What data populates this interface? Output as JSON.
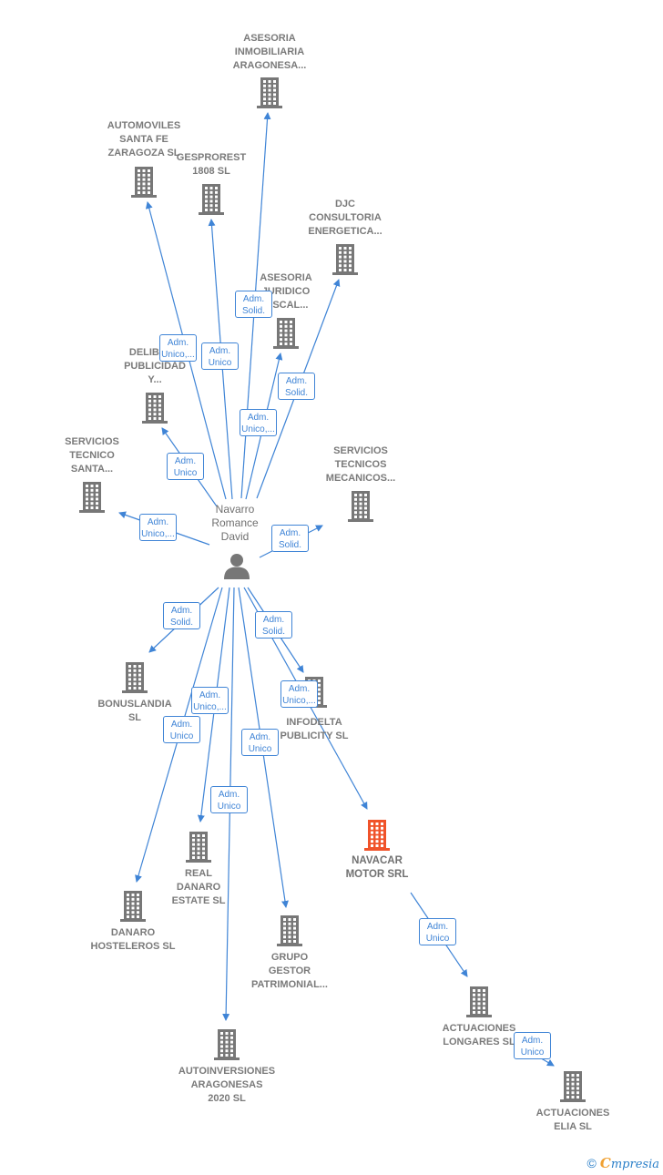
{
  "person": {
    "name_lines": [
      "Navarro",
      "Romance",
      "David"
    ],
    "icon": "person-icon",
    "color": "#777777"
  },
  "colors": {
    "edge": "#3f84d6",
    "company": "#777777",
    "focus_company": "#f0532a"
  },
  "companies": [
    {
      "id": "asesoria-inmobiliaria",
      "lines": [
        "ASESORIA",
        "INMOBILIARIA",
        "ARAGONESA..."
      ],
      "icon": "building-icon"
    },
    {
      "id": "automoviles-santa-fe",
      "lines": [
        "AUTOMOVILES",
        "SANTA FE",
        "ZARAGOZA  SL"
      ],
      "icon": "building-icon"
    },
    {
      "id": "gesprorest",
      "lines": [
        "GESPROREST",
        "1808  SL"
      ],
      "icon": "building-icon"
    },
    {
      "id": "djc-consultoria",
      "lines": [
        "DJC",
        "CONSULTORIA",
        "ENERGETICA..."
      ],
      "icon": "building-icon"
    },
    {
      "id": "asesoria-juridico",
      "lines": [
        "ASESORIA",
        "JURIDICO",
        "FISCAL..."
      ],
      "icon": "building-icon"
    },
    {
      "id": "delibera-publicidad",
      "lines": [
        "DELIBERA",
        "PUBLICIDAD",
        "Y..."
      ],
      "icon": "building-icon"
    },
    {
      "id": "servicios-tecnico-santa",
      "lines": [
        "SERVICIOS",
        "TECNICO",
        "SANTA..."
      ],
      "icon": "building-icon"
    },
    {
      "id": "servicios-tecnicos-mecanicos",
      "lines": [
        "SERVICIOS",
        "TECNICOS",
        "MECANICOS..."
      ],
      "icon": "building-icon"
    },
    {
      "id": "bonuslandia",
      "lines": [
        "BONUSLANDIA",
        "SL"
      ],
      "icon": "building-icon"
    },
    {
      "id": "infodelta",
      "lines": [
        "INFODELTA",
        "PUBLICITY  SL"
      ],
      "icon": "building-icon"
    },
    {
      "id": "navacar",
      "lines": [
        "NAVACAR",
        "MOTOR SRL"
      ],
      "icon": "building-icon",
      "focus": true
    },
    {
      "id": "real-danaro",
      "lines": [
        "REAL",
        "DANARO",
        "ESTATE  SL"
      ],
      "icon": "building-icon"
    },
    {
      "id": "danaro-hosteleros",
      "lines": [
        "DANARO",
        "HOSTELEROS SL"
      ],
      "icon": "building-icon"
    },
    {
      "id": "grupo-gestor",
      "lines": [
        "GRUPO",
        "GESTOR",
        "PATRIMONIAL..."
      ],
      "icon": "building-icon"
    },
    {
      "id": "autoinversiones",
      "lines": [
        "AUTOINVERSIONES",
        "ARAGONESAS",
        "2020  SL"
      ],
      "icon": "building-icon"
    },
    {
      "id": "actuaciones-longares",
      "lines": [
        "ACTUACIONES",
        "LONGARES  SL"
      ],
      "icon": "building-icon"
    },
    {
      "id": "actuaciones-elia",
      "lines": [
        "ACTUACIONES",
        "ELIA  SL"
      ],
      "icon": "building-icon"
    }
  ],
  "relations": [
    {
      "from": "person",
      "to": "asesoria-inmobiliaria",
      "role_lines": [
        "Adm.",
        "Solid."
      ]
    },
    {
      "from": "person",
      "to": "automoviles-santa-fe",
      "role_lines": [
        "Adm.",
        "Unico,..."
      ]
    },
    {
      "from": "person",
      "to": "gesprorest",
      "role_lines": [
        "Adm.",
        "Unico"
      ]
    },
    {
      "from": "person",
      "to": "djc-consultoria",
      "role_lines": [
        "Adm.",
        "Solid."
      ]
    },
    {
      "from": "person",
      "to": "asesoria-juridico",
      "role_lines": [
        "Adm.",
        "Unico,..."
      ]
    },
    {
      "from": "person",
      "to": "delibera-publicidad",
      "role_lines": [
        "Adm.",
        "Unico"
      ]
    },
    {
      "from": "person",
      "to": "servicios-tecnico-santa",
      "role_lines": [
        "Adm.",
        "Unico,..."
      ]
    },
    {
      "from": "person",
      "to": "servicios-tecnicos-mecanicos",
      "role_lines": [
        "Adm.",
        "Solid."
      ]
    },
    {
      "from": "person",
      "to": "bonuslandia",
      "role_lines": [
        "Adm.",
        "Solid."
      ]
    },
    {
      "from": "person",
      "to": "infodelta",
      "role_lines": [
        "Adm.",
        "Solid."
      ]
    },
    {
      "from": "person",
      "to": "navacar",
      "role_lines": [
        "Adm.",
        "Unico,..."
      ]
    },
    {
      "from": "person",
      "to": "real-danaro",
      "role_lines": [
        "Adm.",
        "Unico,..."
      ]
    },
    {
      "from": "person",
      "to": "danaro-hosteleros",
      "role_lines": [
        "Adm.",
        "Unico"
      ]
    },
    {
      "from": "person",
      "to": "grupo-gestor",
      "role_lines": [
        "Adm.",
        "Unico"
      ]
    },
    {
      "from": "person",
      "to": "autoinversiones",
      "role_lines": [
        "Adm.",
        "Unico"
      ]
    },
    {
      "from": "navacar",
      "to": "actuaciones-longares",
      "role_lines": [
        "Adm.",
        "Unico"
      ]
    },
    {
      "from": "actuaciones-longares",
      "to": "actuaciones-elia",
      "role_lines": [
        "Adm.",
        "Unico"
      ]
    }
  ],
  "footer": {
    "copyright": "©",
    "brand_initial": "C",
    "brand_rest": "mpresia"
  }
}
